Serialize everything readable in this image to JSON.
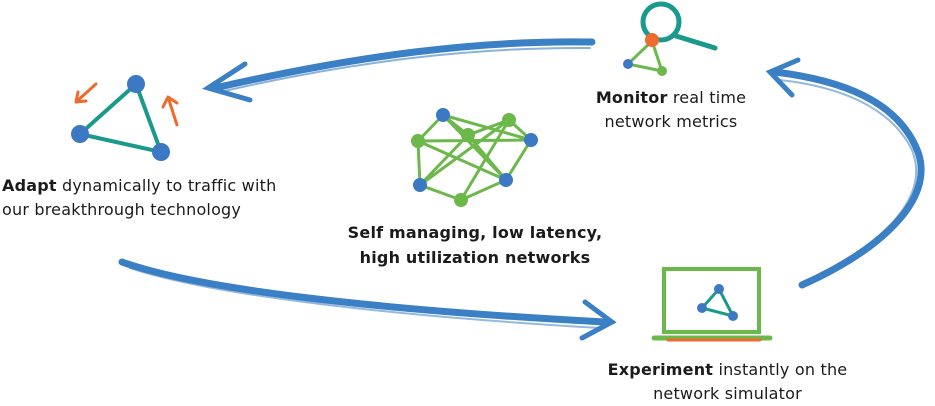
{
  "steps": {
    "monitor": {
      "bold": "Monitor",
      "rest_1": " real time",
      "line_2": "network metrics",
      "icon": "magnifier-network-icon"
    },
    "adapt": {
      "bold": "Adapt",
      "rest_1": " dynamically to traffic with",
      "line_2": "our breakthrough technology",
      "icon": "triangle-network-icon"
    },
    "experiment": {
      "bold": "Experiment",
      "rest_1": " instantly on the",
      "line_2": "network simulator",
      "icon": "laptop-network-icon"
    }
  },
  "center": {
    "line_1": "Self managing, low latency,",
    "line_2": "high utilization networks",
    "icon": "mesh-network-icon"
  },
  "colors": {
    "arrow": "#3b7fc4",
    "node_blue": "#3c78c3",
    "node_green": "#6cb84a",
    "teal": "#1a9a8c",
    "accent_orange": "#ee6a2e",
    "laptop_green": "#6cb84a"
  }
}
